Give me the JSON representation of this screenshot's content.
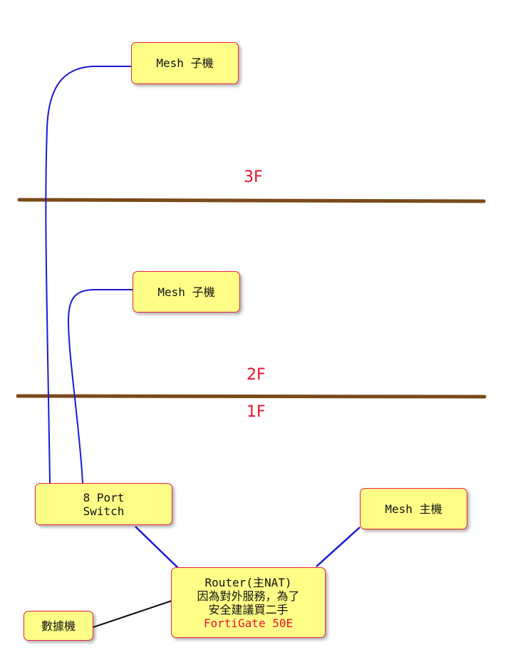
{
  "floors": {
    "label_3f": "3F",
    "label_2f": "2F",
    "label_1f": "1F"
  },
  "nodes": {
    "mesh_child_3f": "Mesh 子機",
    "mesh_child_2f": "Mesh 子機",
    "switch_line1": "8 Port",
    "switch_line2": "Switch",
    "mesh_main": "Mesh 主機",
    "router_line1": "Router(主NAT)",
    "router_line2": "因為對外服務，為了",
    "router_line3": "安全建議買二手",
    "router_line4": "FortiGate 50E",
    "modem": "數據機"
  },
  "colors": {
    "floor_line": "#7a4a1a",
    "wireless_link": "#1a1ad6",
    "wired_link": "#111111",
    "node_fill": "#ffff88",
    "node_border": "#e8233a",
    "accent_text": "#e8132a"
  }
}
